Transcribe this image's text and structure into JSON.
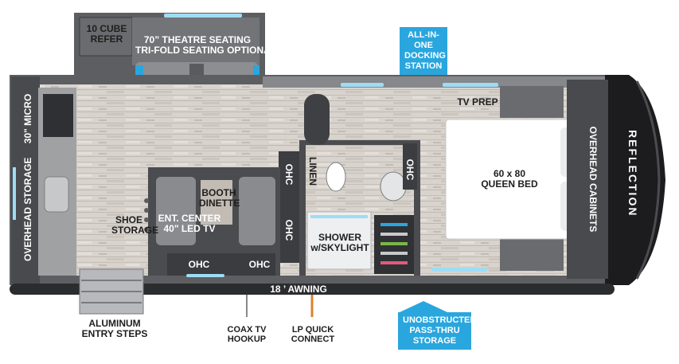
{
  "labels": {
    "refer": [
      "10 CUBE",
      "REFER"
    ],
    "theatre": [
      "70” THEATRE SEATING",
      "TRI-FOLD SEATING OPTIONAL"
    ],
    "docking": [
      "ALL-IN-ONE",
      "DOCKING",
      "STATION"
    ],
    "tv_prep": "TV PREP",
    "micro": "30\" MICRO",
    "overhead_storage": "OVERHEAD STORAGE",
    "linen": "LINEN",
    "ohc": "OHC",
    "booth": [
      "BOOTH",
      "DINETTE"
    ],
    "shoe": [
      "SHOE",
      "STORAGE"
    ],
    "ent": [
      "ENT. CENTER",
      "40\" LED TV"
    ],
    "shower": [
      "SHOWER",
      "w/SKYLIGHT"
    ],
    "bed": [
      "60 x 80",
      "QUEEN BED"
    ],
    "overhead_cabinets": "OVERHEAD CABINETS",
    "brand": "REFLECTION",
    "awning": "18 ’ AWNING",
    "steps": [
      "ALUMINUM",
      "ENTRY STEPS"
    ],
    "coax": [
      "COAX TV",
      "HOOKUP"
    ],
    "lp": [
      "LP QUICK",
      "CONNECT"
    ],
    "pass": [
      "UNOBSTRUCTED",
      "PASS-THRU",
      "STORAGE"
    ]
  },
  "colors": {
    "wall": "#5d5e61",
    "floor": "#d6d1cb",
    "cabinet": "#494a4d",
    "callout": "#2aa6de",
    "window": "#9fdcf4"
  }
}
